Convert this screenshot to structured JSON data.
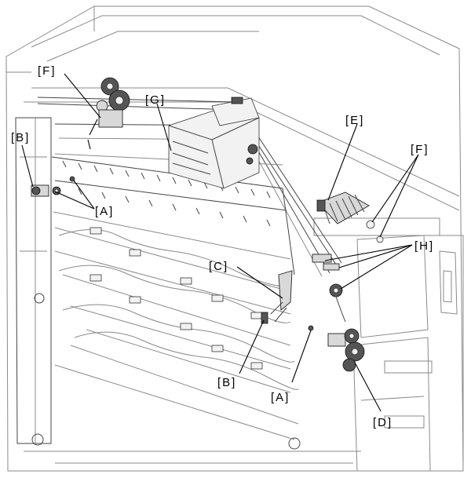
{
  "labels": {
    "A1": "[A]",
    "A2": "[A]",
    "B1": "[B]",
    "B2": "[B]",
    "C": "[C]",
    "D": "[D]",
    "E": "[E]",
    "F1": "[F]",
    "F2": "[F]",
    "G": "[G]",
    "H": "[H]"
  }
}
